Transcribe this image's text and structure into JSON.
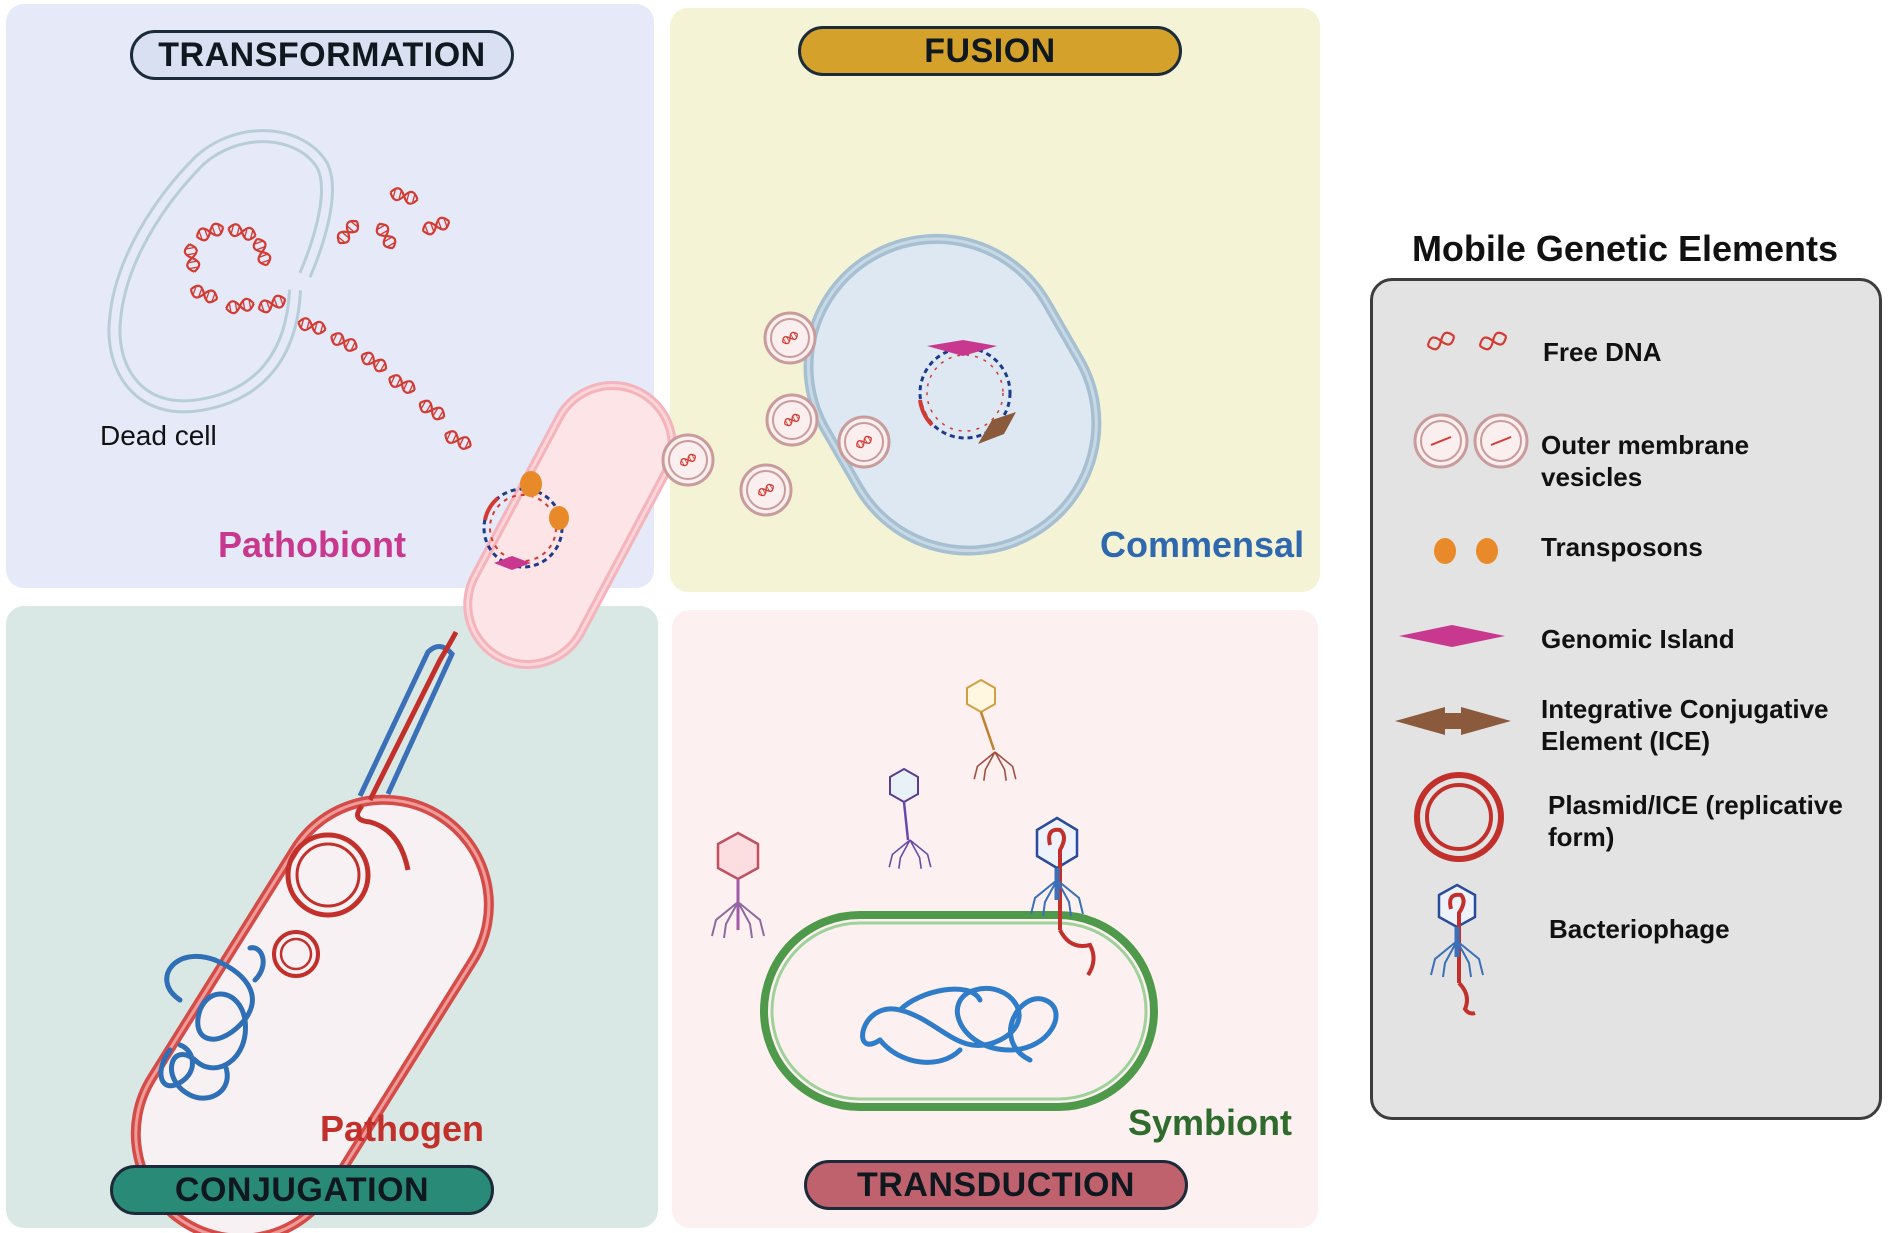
{
  "panels": {
    "transformation": {
      "title": "TRANSFORMATION",
      "bg": "#e5e9f8"
    },
    "fusion": {
      "title": "FUSION",
      "bg": "#f5f3d6"
    },
    "conjugation": {
      "title": "CONJUGATION",
      "bg": "#d9e8e4"
    },
    "transduction": {
      "title": "TRANSDUCTION",
      "bg": "#fcf0f1"
    }
  },
  "cells": {
    "dead_cell": "Dead cell",
    "pathobiont": "Pathobiont",
    "commensal": "Commensal",
    "pathogen": "Pathogen",
    "symbiont": "Symbiont"
  },
  "legend": {
    "title": "Mobile Genetic Elements",
    "items": [
      {
        "label": "Free DNA",
        "icon": "free-dna-icon"
      },
      {
        "label": "Outer membrane vesicles",
        "icon": "vesicle-icon"
      },
      {
        "label": "Transposons",
        "icon": "transposon-icon"
      },
      {
        "label": "Genomic Island",
        "icon": "genomic-island-icon"
      },
      {
        "label": "Integrative Conjugative Element (ICE)",
        "icon": "ice-icon"
      },
      {
        "label": "Plasmid/ICE (replicative form)",
        "icon": "plasmid-icon"
      },
      {
        "label": "Bacteriophage",
        "icon": "bacteriophage-icon"
      }
    ]
  },
  "colors": {
    "pathobiont": "#c8388f",
    "commensal": "#2f68ad",
    "pathogen": "#c2302b",
    "symbiont": "#2e6b2d",
    "dna_red": "#d23a32",
    "dna_blue": "#1e3a8a",
    "transposon": "#e88a2a",
    "genomic_island": "#c8388f",
    "ice": "#8b5a3c",
    "transformation_pill": "#d8e0f2",
    "fusion_pill": "#d4a12a",
    "conjugation_pill": "#2a8a78",
    "transduction_pill": "#c0626e"
  }
}
